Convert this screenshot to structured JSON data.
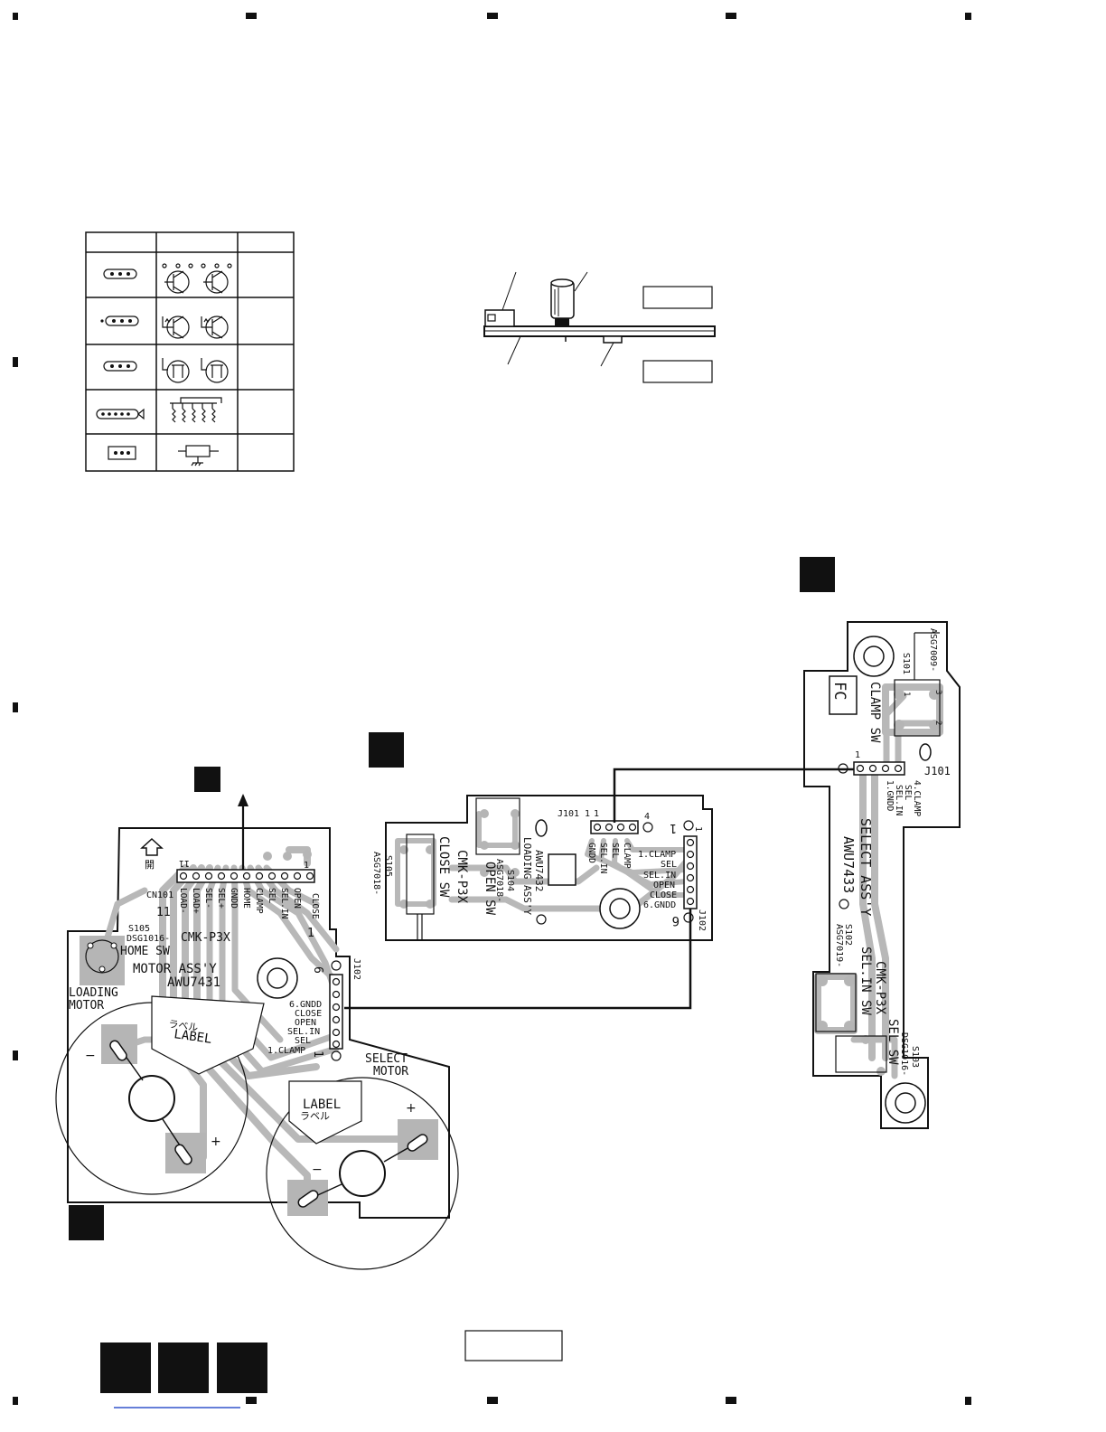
{
  "legend_table": {
    "rows": 5
  },
  "motor_board": {
    "title": "MOTOR ASS'Y",
    "part_no": "AWU7431",
    "model": "CMK-P3X",
    "connector_name": "CN101",
    "connector_first_pin": "1",
    "connector_last_pin": "11",
    "connector_pin_11": "11",
    "pin_labels": [
      "LOAD-",
      "LOAD+",
      "SEL-",
      "SEL+",
      "GNDD",
      "HOME",
      "CLAMP",
      "SEL",
      "SEL.IN",
      "OPEN",
      "CLOSE"
    ],
    "pin_1_mark": "1",
    "switch_ref": "S105",
    "switch_part": "DSG1016-",
    "switch_name": "HOME SW",
    "loading_motor_l1": "LOADING",
    "loading_motor_l2": "MOTOR",
    "select_motor_l1": "SELECT",
    "select_motor_l2": "MOTOR",
    "label_en": "LABEL",
    "label_jp": "ラベル",
    "label2_en": "LABEL",
    "label2_jp": "ラベル",
    "minus": "−",
    "plus": "+",
    "minus2": "−",
    "plus2": "+",
    "j102_name": "J102",
    "j102_pin6": "6",
    "j102_pin1": "1",
    "j102_labels": [
      "6.GNDD",
      "CLOSE",
      "OPEN",
      "SEL.IN",
      "SEL",
      "1.CLAMP"
    ],
    "open_mark": "開"
  },
  "loading_board": {
    "title": "LOADING ASS'Y",
    "part_no": "AWU7432",
    "model": "CMK-P3X",
    "j101_name": "J101",
    "j101_pin1": "1",
    "j101_pin4": "4",
    "j101_pin1b": "1",
    "j101_labels": [
      "GNDD",
      "SEL.IN",
      "SEL",
      "CLAMP"
    ],
    "j102_name": "J102",
    "j102_pin1": "1",
    "j102_pin6": "6",
    "j102_labels": [
      "1.CLAMP",
      "SEL",
      "SEL.IN",
      "OPEN",
      "CLOSE",
      "6.GNDD"
    ],
    "open_sw_ref": "S104",
    "open_sw_part": "ASG7018-",
    "open_sw_name": "OPEN SW",
    "close_sw_ref": "S105",
    "close_sw_part": "ASG7018-",
    "close_sw_name": "CLOSE SW",
    "corner_mark": "1"
  },
  "select_board": {
    "title": "SELECT ASS'Y",
    "part_no": "AWU7433",
    "model": "CMK-P3X",
    "fc_label": "FC",
    "clamp_sw_ref": "S101",
    "clamp_sw_part": "ASG7009-",
    "clamp_sw_name": "CLAMP SW",
    "j101_name": "J101",
    "j101_pin1": "1",
    "j101_labels": [
      "4.CLAMP",
      "SEL",
      "SEL.IN",
      "1.GNDD"
    ],
    "selin_sw_ref": "S102",
    "selin_sw_part": "ASG7019-",
    "selin_sw_name": "SEL.IN SW",
    "sel_sw_ref": "S103",
    "sel_sw_part": "DSG1016-",
    "sel_sw_name": "SEL SW",
    "pin_1": "1",
    "pin_2": "2",
    "pin_3": "3"
  }
}
